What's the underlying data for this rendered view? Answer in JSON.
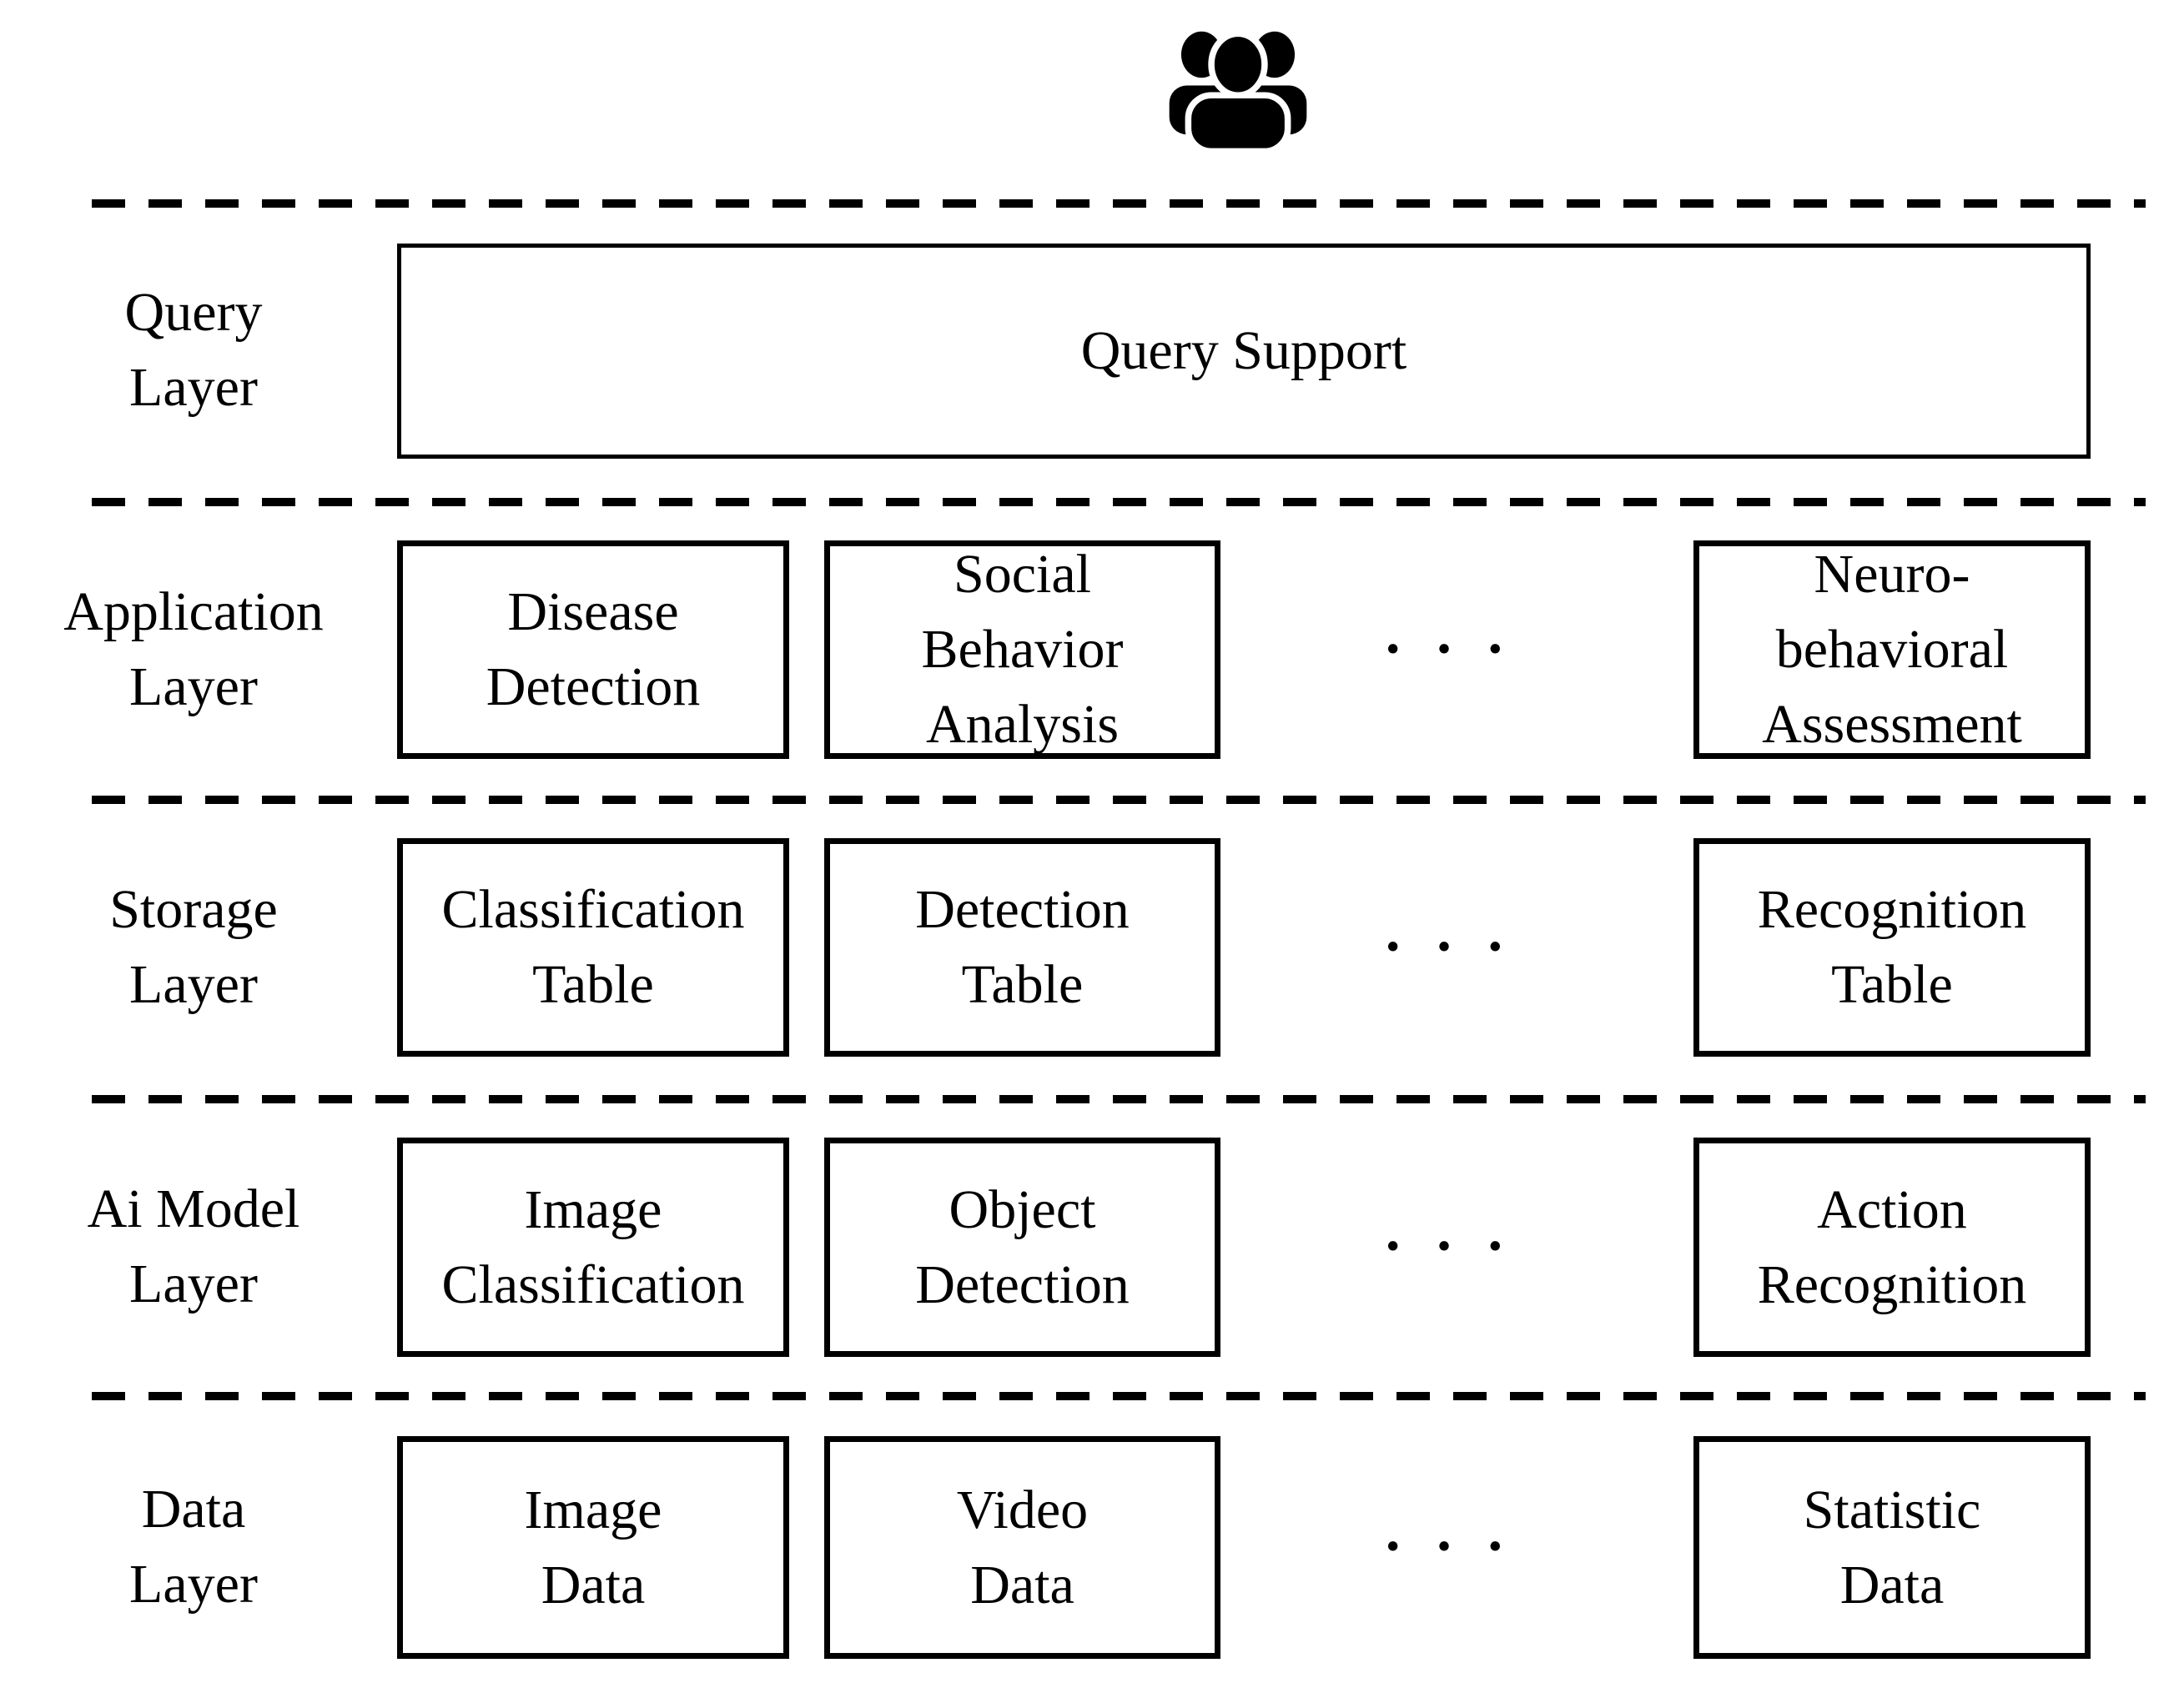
{
  "figure": {
    "background": "#ffffff",
    "line_color": "#000000",
    "ellipsis": "···"
  },
  "layers": [
    {
      "id": "query",
      "label_lines": [
        "Query",
        "Layer"
      ],
      "boxes": [
        {
          "lines": [
            "Query Support"
          ]
        }
      ]
    },
    {
      "id": "application",
      "label_lines": [
        "Application",
        "Layer"
      ],
      "boxes": [
        {
          "lines": [
            "Disease",
            "Detection"
          ]
        },
        {
          "lines": [
            "Social",
            "Behavior",
            "Analysis"
          ]
        },
        {
          "lines": [
            "Neuro-",
            "behavioral",
            "Assessment"
          ]
        }
      ]
    },
    {
      "id": "storage",
      "label_lines": [
        "Storage",
        "Layer"
      ],
      "boxes": [
        {
          "lines": [
            "Classification",
            "Table"
          ]
        },
        {
          "lines": [
            "Detection",
            "Table"
          ]
        },
        {
          "lines": [
            "Recognition",
            "Table"
          ]
        }
      ]
    },
    {
      "id": "ai-model",
      "label_lines": [
        "Ai Model",
        "Layer"
      ],
      "boxes": [
        {
          "lines": [
            "Image",
            "Classification"
          ]
        },
        {
          "lines": [
            "Object",
            "Detection"
          ]
        },
        {
          "lines": [
            "Action",
            "Recognition"
          ]
        }
      ]
    },
    {
      "id": "data",
      "label_lines": [
        "Data",
        "Layer"
      ],
      "boxes": [
        {
          "lines": [
            "Image",
            "Data"
          ]
        },
        {
          "lines": [
            "Video",
            "Data"
          ]
        },
        {
          "lines": [
            "Statistic",
            "Data"
          ]
        }
      ]
    }
  ]
}
